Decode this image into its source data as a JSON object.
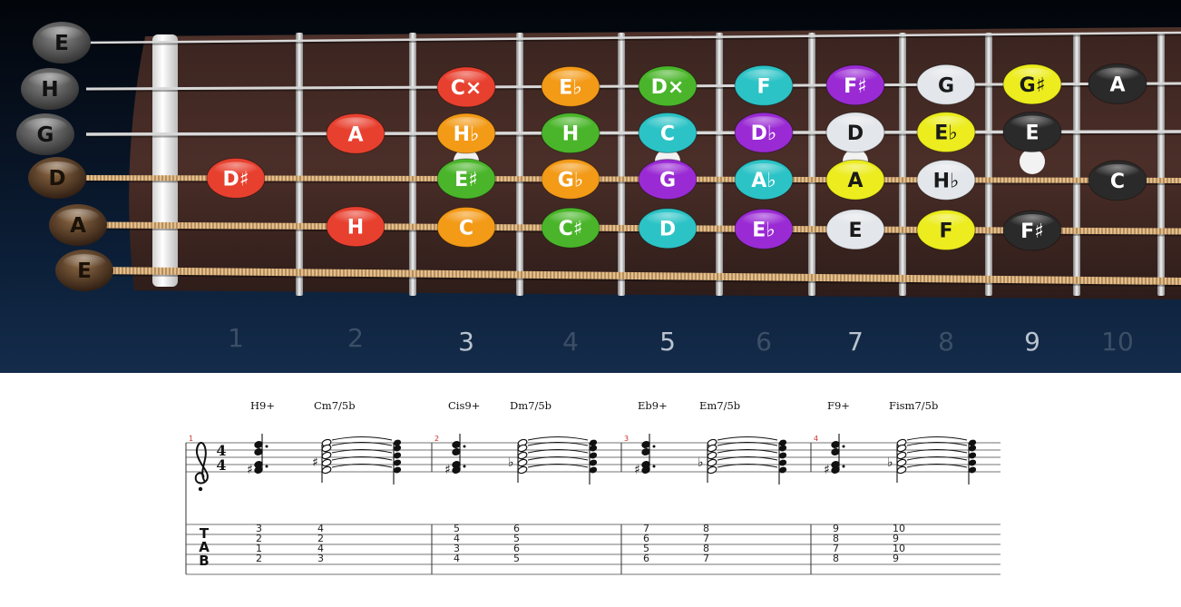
{
  "fretboard": {
    "strings": [
      {
        "name": "E",
        "type": "plain"
      },
      {
        "name": "H",
        "type": "plain"
      },
      {
        "name": "G",
        "type": "plain"
      },
      {
        "name": "D",
        "type": "wound"
      },
      {
        "name": "A",
        "type": "wound"
      },
      {
        "name": "E",
        "type": "wound"
      }
    ],
    "fret_numbers": [
      {
        "label": "1",
        "highlighted": false
      },
      {
        "label": "2",
        "highlighted": false
      },
      {
        "label": "3",
        "highlighted": true
      },
      {
        "label": "4",
        "highlighted": false
      },
      {
        "label": "5",
        "highlighted": true
      },
      {
        "label": "6",
        "highlighted": false
      },
      {
        "label": "7",
        "highlighted": true
      },
      {
        "label": "8",
        "highlighted": false
      },
      {
        "label": "9",
        "highlighted": true
      },
      {
        "label": "10",
        "highlighted": false
      }
    ],
    "inlay_dots_after_frets": [
      3,
      5,
      7,
      9
    ],
    "note_colors": {
      "red": "#e8402f",
      "orange": "#f39a17",
      "green": "#4ab52a",
      "cyan": "#2cc3c6",
      "purple": "#9a2bd4",
      "white": "#e3e6ea",
      "yellow": "#ecec1e",
      "black": "#2b2a2a"
    },
    "notes": [
      {
        "string": 1,
        "fret": 3,
        "label": "C×",
        "color": "red"
      },
      {
        "string": 1,
        "fret": 4,
        "label": "E♭",
        "color": "orange"
      },
      {
        "string": 1,
        "fret": 5,
        "label": "D×",
        "color": "green"
      },
      {
        "string": 1,
        "fret": 6,
        "label": "F",
        "color": "cyan"
      },
      {
        "string": 1,
        "fret": 7,
        "label": "F♯",
        "color": "purple"
      },
      {
        "string": 1,
        "fret": 8,
        "label": "G",
        "color": "white"
      },
      {
        "string": 1,
        "fret": 9,
        "label": "G♯",
        "color": "yellow"
      },
      {
        "string": 1,
        "fret": 10,
        "label": "A",
        "color": "black"
      },
      {
        "string": 2,
        "fret": 2,
        "label": "A",
        "color": "red"
      },
      {
        "string": 2,
        "fret": 3,
        "label": "H♭",
        "color": "orange"
      },
      {
        "string": 2,
        "fret": 4,
        "label": "H",
        "color": "green"
      },
      {
        "string": 2,
        "fret": 5,
        "label": "C",
        "color": "cyan"
      },
      {
        "string": 2,
        "fret": 6,
        "label": "D♭",
        "color": "purple"
      },
      {
        "string": 2,
        "fret": 7,
        "label": "D",
        "color": "white"
      },
      {
        "string": 2,
        "fret": 8,
        "label": "E♭",
        "color": "yellow"
      },
      {
        "string": 2,
        "fret": 9,
        "label": "E",
        "color": "black"
      },
      {
        "string": 3,
        "fret": 1,
        "label": "D♯",
        "color": "red"
      },
      {
        "string": 3,
        "fret": 3,
        "label": "E♯",
        "color": "green"
      },
      {
        "string": 3,
        "fret": 4,
        "label": "G♭",
        "color": "orange"
      },
      {
        "string": 3,
        "fret": 5,
        "label": "G",
        "color": "purple"
      },
      {
        "string": 3,
        "fret": 6,
        "label": "A♭",
        "color": "cyan"
      },
      {
        "string": 3,
        "fret": 7,
        "label": "A",
        "color": "yellow"
      },
      {
        "string": 3,
        "fret": 8,
        "label": "H♭",
        "color": "white"
      },
      {
        "string": 3,
        "fret": 10,
        "label": "C",
        "color": "black"
      },
      {
        "string": 4,
        "fret": 2,
        "label": "H",
        "color": "red"
      },
      {
        "string": 4,
        "fret": 3,
        "label": "C",
        "color": "orange"
      },
      {
        "string": 4,
        "fret": 4,
        "label": "C♯",
        "color": "green"
      },
      {
        "string": 4,
        "fret": 5,
        "label": "D",
        "color": "cyan"
      },
      {
        "string": 4,
        "fret": 6,
        "label": "E♭",
        "color": "purple"
      },
      {
        "string": 4,
        "fret": 7,
        "label": "E",
        "color": "white"
      },
      {
        "string": 4,
        "fret": 8,
        "label": "F",
        "color": "yellow"
      },
      {
        "string": 4,
        "fret": 9,
        "label": "F♯",
        "color": "black"
      }
    ]
  },
  "score": {
    "time_signature": {
      "top": "4",
      "bottom": "4"
    },
    "tab_letters": [
      "T",
      "A",
      "B"
    ],
    "measures": [
      {
        "number": "1",
        "chords": [
          {
            "name": "H9+",
            "tab": [
              "3",
              "2",
              "1",
              "2"
            ]
          },
          {
            "name": "Cm7/5b",
            "tab": [
              "4",
              "2",
              "4",
              "3"
            ]
          }
        ]
      },
      {
        "number": "2",
        "chords": [
          {
            "name": "Cis9+",
            "tab": [
              "5",
              "4",
              "3",
              "4"
            ]
          },
          {
            "name": "Dm7/5b",
            "tab": [
              "6",
              "5",
              "6",
              "5"
            ]
          }
        ]
      },
      {
        "number": "3",
        "chords": [
          {
            "name": "Eb9+",
            "tab": [
              "7",
              "6",
              "5",
              "6"
            ]
          },
          {
            "name": "Em7/5b",
            "tab": [
              "8",
              "7",
              "8",
              "7"
            ]
          }
        ]
      },
      {
        "number": "4",
        "chords": [
          {
            "name": "F9+",
            "tab": [
              "9",
              "8",
              "7",
              "8"
            ]
          },
          {
            "name": "Fism7/5b",
            "tab": [
              "10",
              "9",
              "10",
              "9"
            ]
          }
        ]
      }
    ]
  }
}
